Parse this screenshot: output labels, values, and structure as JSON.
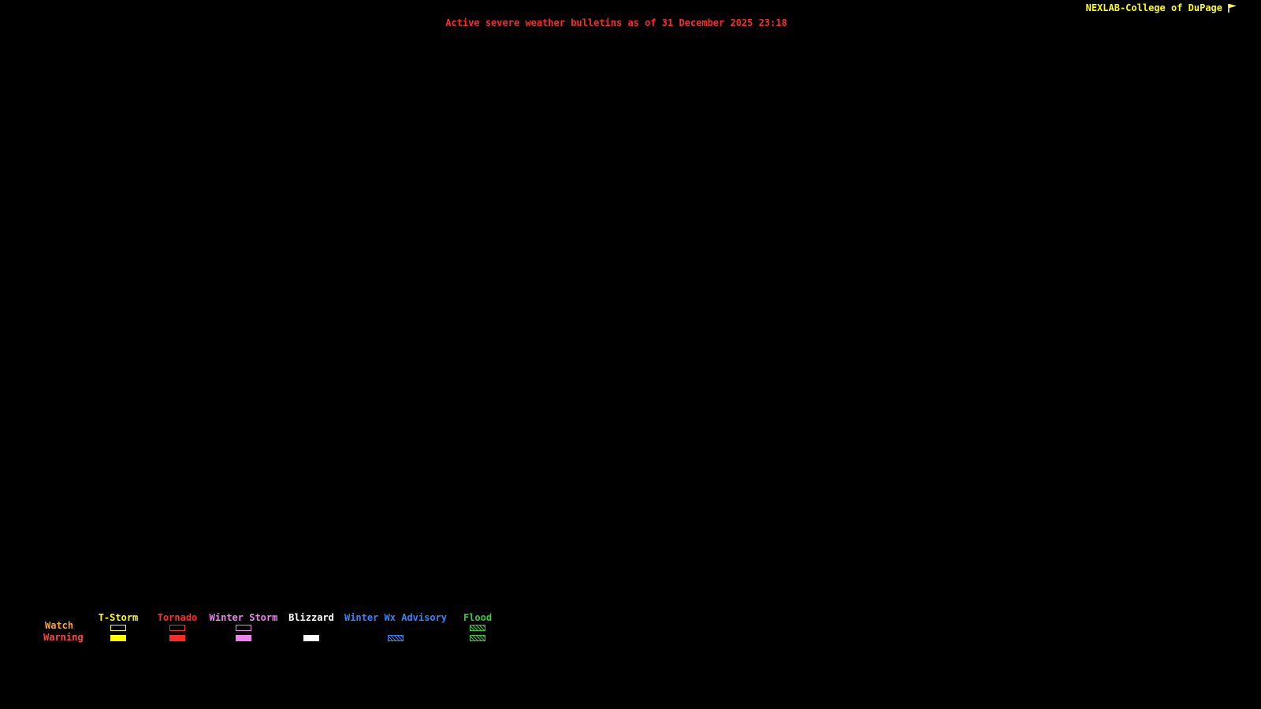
{
  "header": {
    "brand": "NEXLAB-College of DuPage",
    "brand_color": "#FFFF00",
    "title": "Active severe weather bulletins as of 31 December 2025 23:18",
    "title_color": "#FF2A2A"
  },
  "icons": {
    "brand_logo": "pennant-flag-icon"
  },
  "map": {
    "background_color": "#000000"
  },
  "legend": {
    "rows": [
      {
        "label": "Watch",
        "color": "#FFA52A"
      },
      {
        "label": "Warning",
        "color": "#FF4545"
      }
    ],
    "columns": [
      {
        "label": "T-Storm",
        "color": "#FFFF00",
        "watch": "outline",
        "warning": "solid"
      },
      {
        "label": "Tornado",
        "color": "#FF2A2A",
        "watch": "outline",
        "warning": "solid"
      },
      {
        "label": "Winter Storm",
        "color": "#EE82EE",
        "watch": "outline",
        "warning": "solid"
      },
      {
        "label": "Blizzard",
        "color": "#FFFFFF",
        "watch": "none",
        "warning": "solid"
      },
      {
        "label": "Winter Wx Advisory",
        "color": "#2E86FF",
        "watch": "none",
        "warning": "hatch"
      },
      {
        "label": "Flood",
        "color": "#33CC33",
        "watch": "hatch",
        "warning": "hatch"
      }
    ]
  }
}
